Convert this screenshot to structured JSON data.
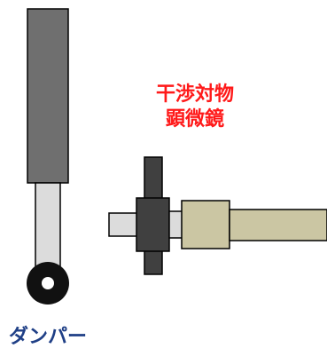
{
  "labels": {
    "interference_line1": "干渉対物",
    "interference_line2": "顕微鏡",
    "damper": "ダンパー"
  },
  "colors": {
    "damper_body": "#6f6f6f",
    "damper_rod": "#dcdcdc",
    "damper_eye": "#111111",
    "objective_body": "#404040",
    "shaft": "#dcdcdc",
    "tube": "#cbc6a3",
    "interference_text": "#ff1a1a",
    "damper_text": "#1f3f86"
  }
}
